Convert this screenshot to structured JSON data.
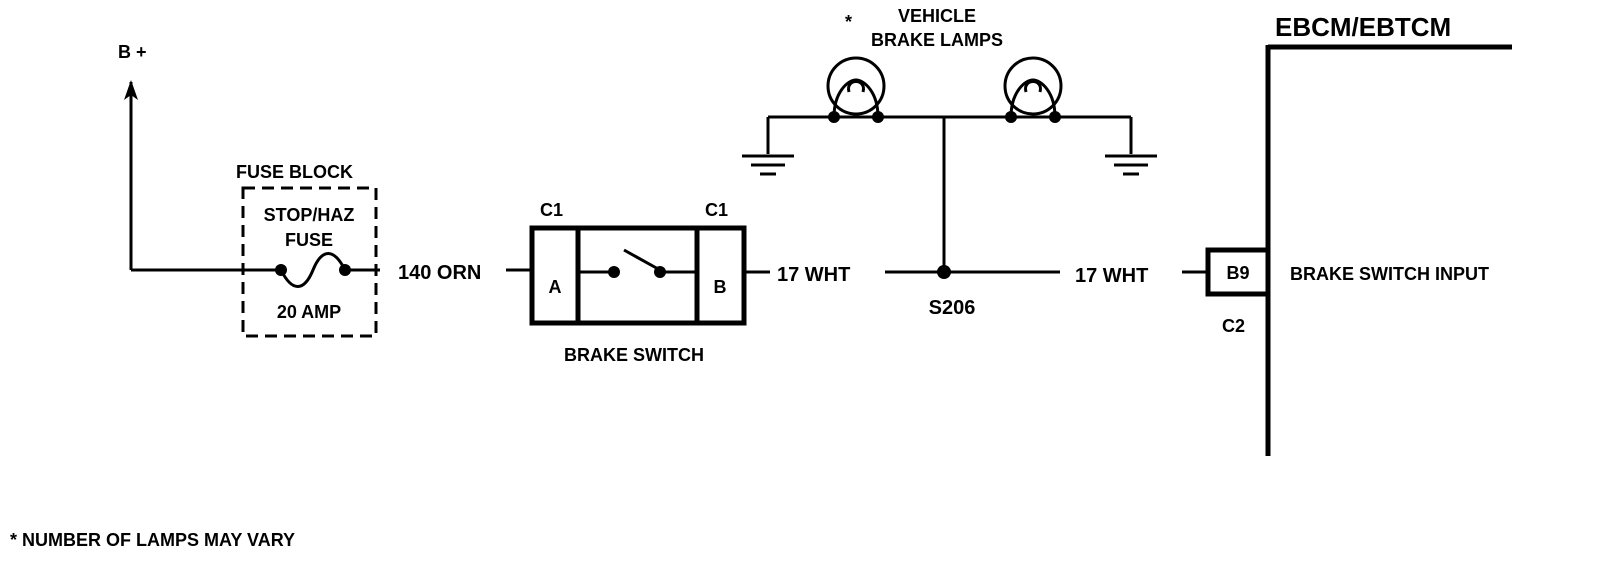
{
  "power": {
    "label": "B +"
  },
  "fuse_block": {
    "title": "FUSE BLOCK",
    "fuse_name_line1": "STOP/HAZ",
    "fuse_name_line2": "FUSE",
    "rating": "20 AMP"
  },
  "wires": {
    "fuse_to_switch": "140 ORN",
    "switch_to_splice": "17 WHT",
    "splice_to_module": "17 WHT"
  },
  "brake_switch": {
    "label": "BRAKE SWITCH",
    "connector_left": "C1",
    "connector_right": "C1",
    "terminal_a": "A",
    "terminal_b": "B"
  },
  "lamps": {
    "asterisk": "*",
    "label_line1": "VEHICLE",
    "label_line2": "BRAKE LAMPS"
  },
  "splice": {
    "label": "S206"
  },
  "module": {
    "title": "EBCM/EBTCM",
    "pin": "B9",
    "connector": "C2",
    "input_label": "BRAKE SWITCH INPUT"
  },
  "footnote": "* NUMBER OF LAMPS MAY VARY"
}
